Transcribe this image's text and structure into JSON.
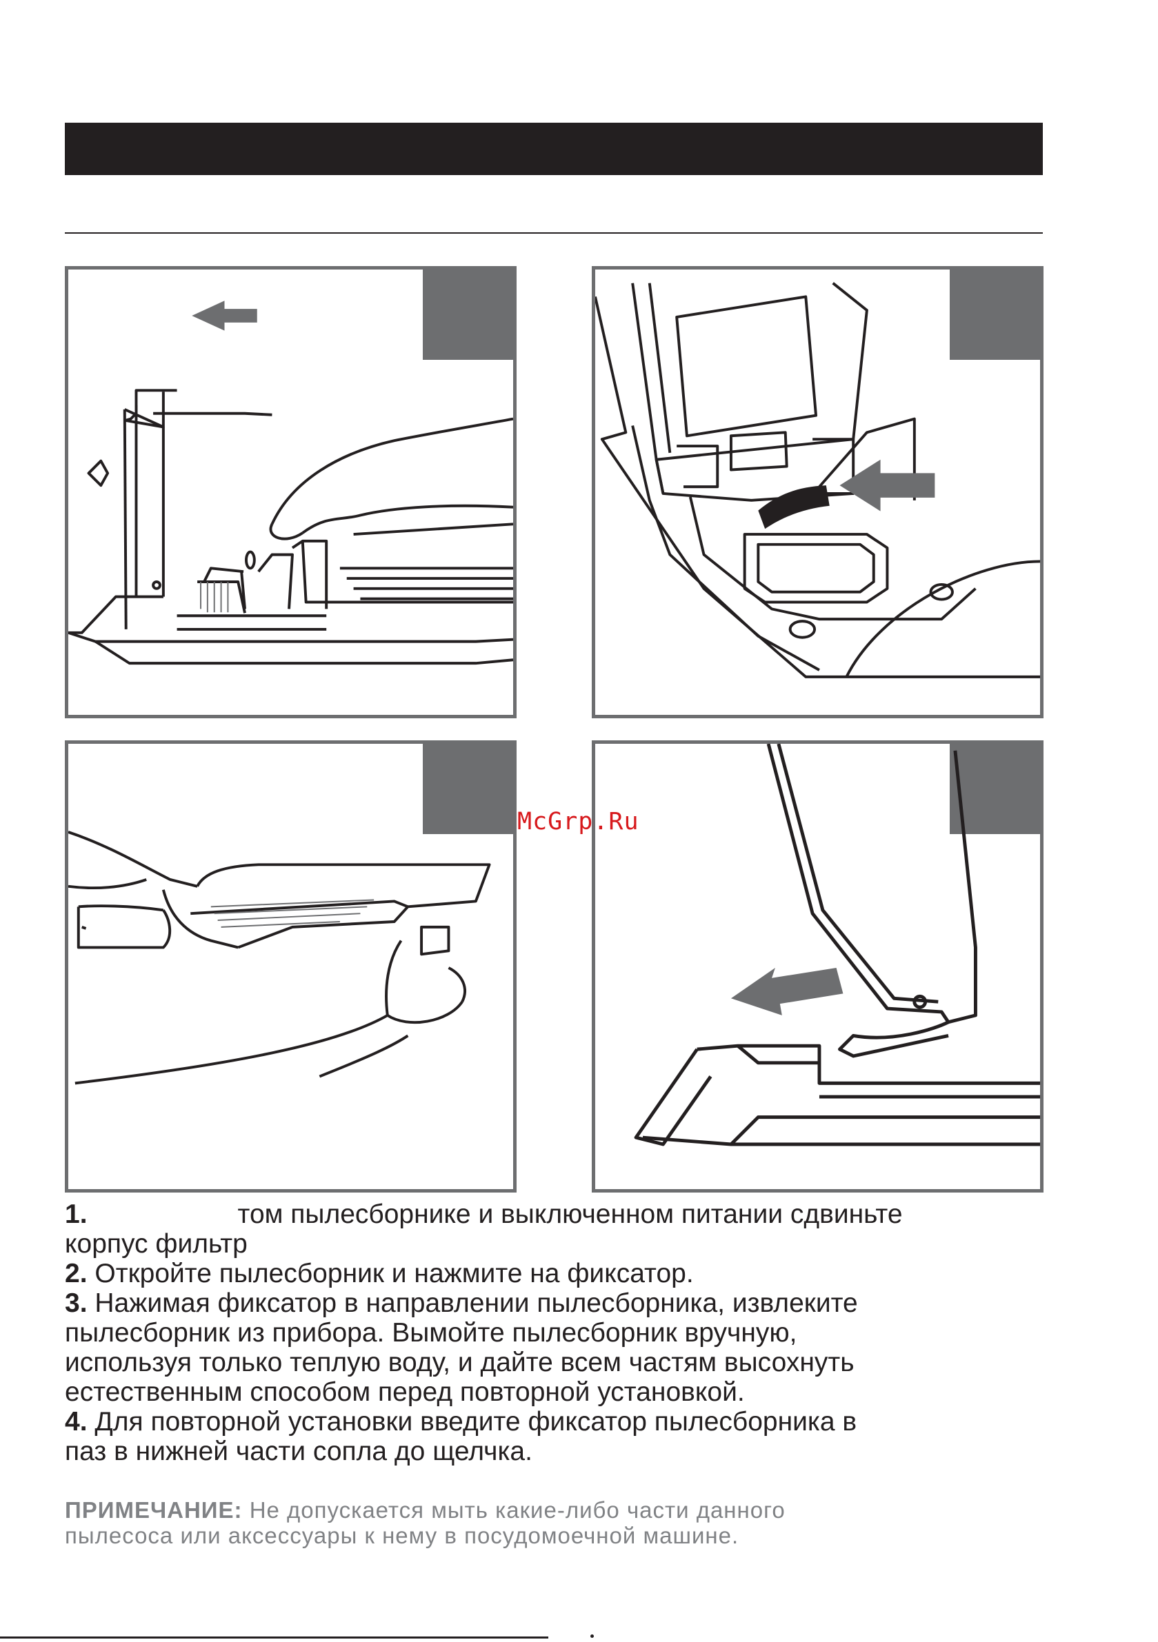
{
  "watermark": "McGrp.Ru",
  "steps": [
    {
      "number": "1.",
      "lines": [
        "том пылесборнике и выключенном питании сдвиньте",
        "корпус фильтр"
      ]
    },
    {
      "number": "2.",
      "lines": [
        "Откройте пылесборник и нажмите на фиксатор."
      ]
    },
    {
      "number": "3.",
      "lines": [
        "Нажимая фиксатор в направлении пылесборника, извлеките",
        "пылесборник из прибора. Вымойте пылесборник вручную,",
        "используя только теплую воду, и дайте всем частям высохнуть",
        "естественным способом перед повторной установкой."
      ]
    },
    {
      "number": "4.",
      "lines": [
        "Для повторной установки введите фиксатор пылесборника в",
        "паз в нижней части сопла до щелчка."
      ]
    }
  ],
  "note": {
    "label": "ПРИМЕЧАНИЕ:",
    "lines": [
      "Не допускается мыть какие-либо части данного",
      "пылесоса или аксессуары к нему в посудомоечной машине."
    ]
  },
  "colors": {
    "dark": "#231f20",
    "panel_gray": "#6d6e70",
    "note_gray": "#808285",
    "watermark_red": "#d7191c"
  }
}
